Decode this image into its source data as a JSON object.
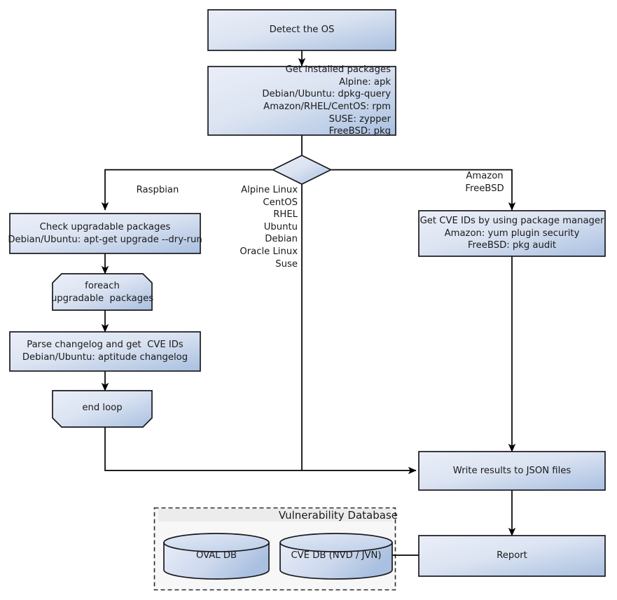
{
  "diagram": {
    "title": "Vulnerability scanning flowchart",
    "colors": {
      "node_fill_light": "#e9edf8",
      "node_fill_dark": "#a9c0e0",
      "node_stroke": "#19191e",
      "edge_stroke": "#000000",
      "group_band": "#ececec",
      "group_body": "#f7f7f7",
      "group_border": "#262626",
      "text": "#1a1a1a"
    },
    "nodes": [
      {
        "id": "detect-os",
        "shape": "rect",
        "align": "center",
        "text": "Detect the OS"
      },
      {
        "id": "get-packages",
        "shape": "rect",
        "align": "right",
        "text": "Get installed packages\nAlpine: apk\nDebian/Ubuntu: dpkg-query\nAmazon/RHEL/CentOS: rpm\nSUSE: zypper\nFreeBSD: pkg"
      },
      {
        "id": "os-decision",
        "shape": "diamond",
        "align": "center",
        "text": ""
      },
      {
        "id": "check-upgrade",
        "shape": "rect",
        "align": "center",
        "text": "Check upgradable packages\nDebian/Ubuntu: apt-get upgrade --dry-run"
      },
      {
        "id": "foreach-loop",
        "shape": "loop-start",
        "align": "center",
        "text": "foreach\nupgradable  packages"
      },
      {
        "id": "parse-changelog",
        "shape": "rect",
        "align": "center",
        "text": "Parse changelog and get  CVE IDs\nDebian/Ubuntu: aptitude changelog"
      },
      {
        "id": "end-loop",
        "shape": "loop-end",
        "align": "center",
        "text": "end loop"
      },
      {
        "id": "get-cve-ids",
        "shape": "rect",
        "align": "center",
        "text": "Get CVE IDs by using package manager\nAmazon: yum plugin security\nFreeBSD: pkg audit"
      },
      {
        "id": "write-json",
        "shape": "rect",
        "align": "center",
        "text": "Write results to JSON files"
      },
      {
        "id": "report",
        "shape": "rect",
        "align": "center",
        "text": "Report"
      },
      {
        "id": "oval-db",
        "shape": "cylinder",
        "align": "center",
        "text": "OVAL DB"
      },
      {
        "id": "cve-db",
        "shape": "cylinder",
        "align": "center",
        "text": "CVE DB (NVD / JVN)"
      }
    ],
    "edge_labels": [
      {
        "id": "branch-raspbian",
        "text": "Raspbian"
      },
      {
        "id": "branch-linux-list",
        "text": "Alpine Linux\nCentOS\nRHEL\nUbuntu\nDebian\nOracle Linux\nSuse"
      },
      {
        "id": "branch-amazon",
        "text": "Amazon\nFreeBSD"
      }
    ],
    "group": {
      "id": "vulnerability-database",
      "title": "Vulnerability Database"
    }
  }
}
